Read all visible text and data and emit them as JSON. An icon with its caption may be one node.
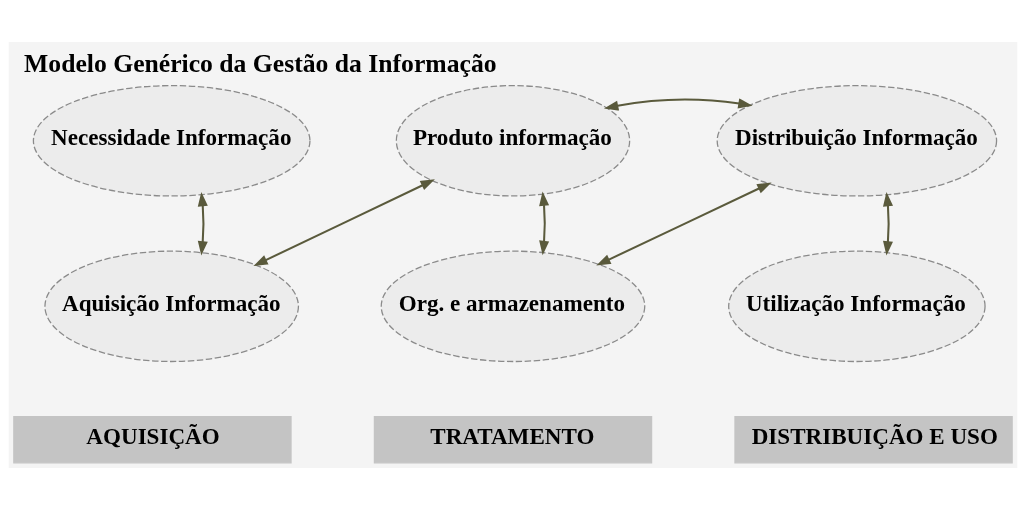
{
  "diagram": {
    "title": "Modelo Genérico da Gestão da Informação",
    "nodes": [
      {
        "text": [
          "Necessidade Informação"
        ]
      },
      {
        "text": [
          "Produto informação"
        ]
      },
      {
        "text": [
          "Distribuição Informação"
        ]
      },
      {
        "text": [
          "Aquisição Informação"
        ]
      },
      {
        "text": [
          "Org. e armazenamento"
        ]
      },
      {
        "text": [
          "Utilização Informação"
        ]
      },
      {
        "text": [
          "AQUISIÇÃO"
        ]
      },
      {
        "text": [
          "TRATAMENTO"
        ]
      },
      {
        "text": [
          "DISTRIBUIÇÃO E USO"
        ]
      }
    ],
    "edges": [
      {
        "from": 0,
        "to": 3,
        "arrow": "both"
      },
      {
        "from": 3,
        "to": 1,
        "arrow": "both"
      },
      {
        "from": 1,
        "to": 2,
        "arrow": "both"
      },
      {
        "from": 1,
        "to": 4,
        "arrow": "both"
      },
      {
        "from": 4,
        "to": 2,
        "arrow": "both"
      },
      {
        "from": 2,
        "to": 5,
        "arrow": "both"
      }
    ]
  }
}
